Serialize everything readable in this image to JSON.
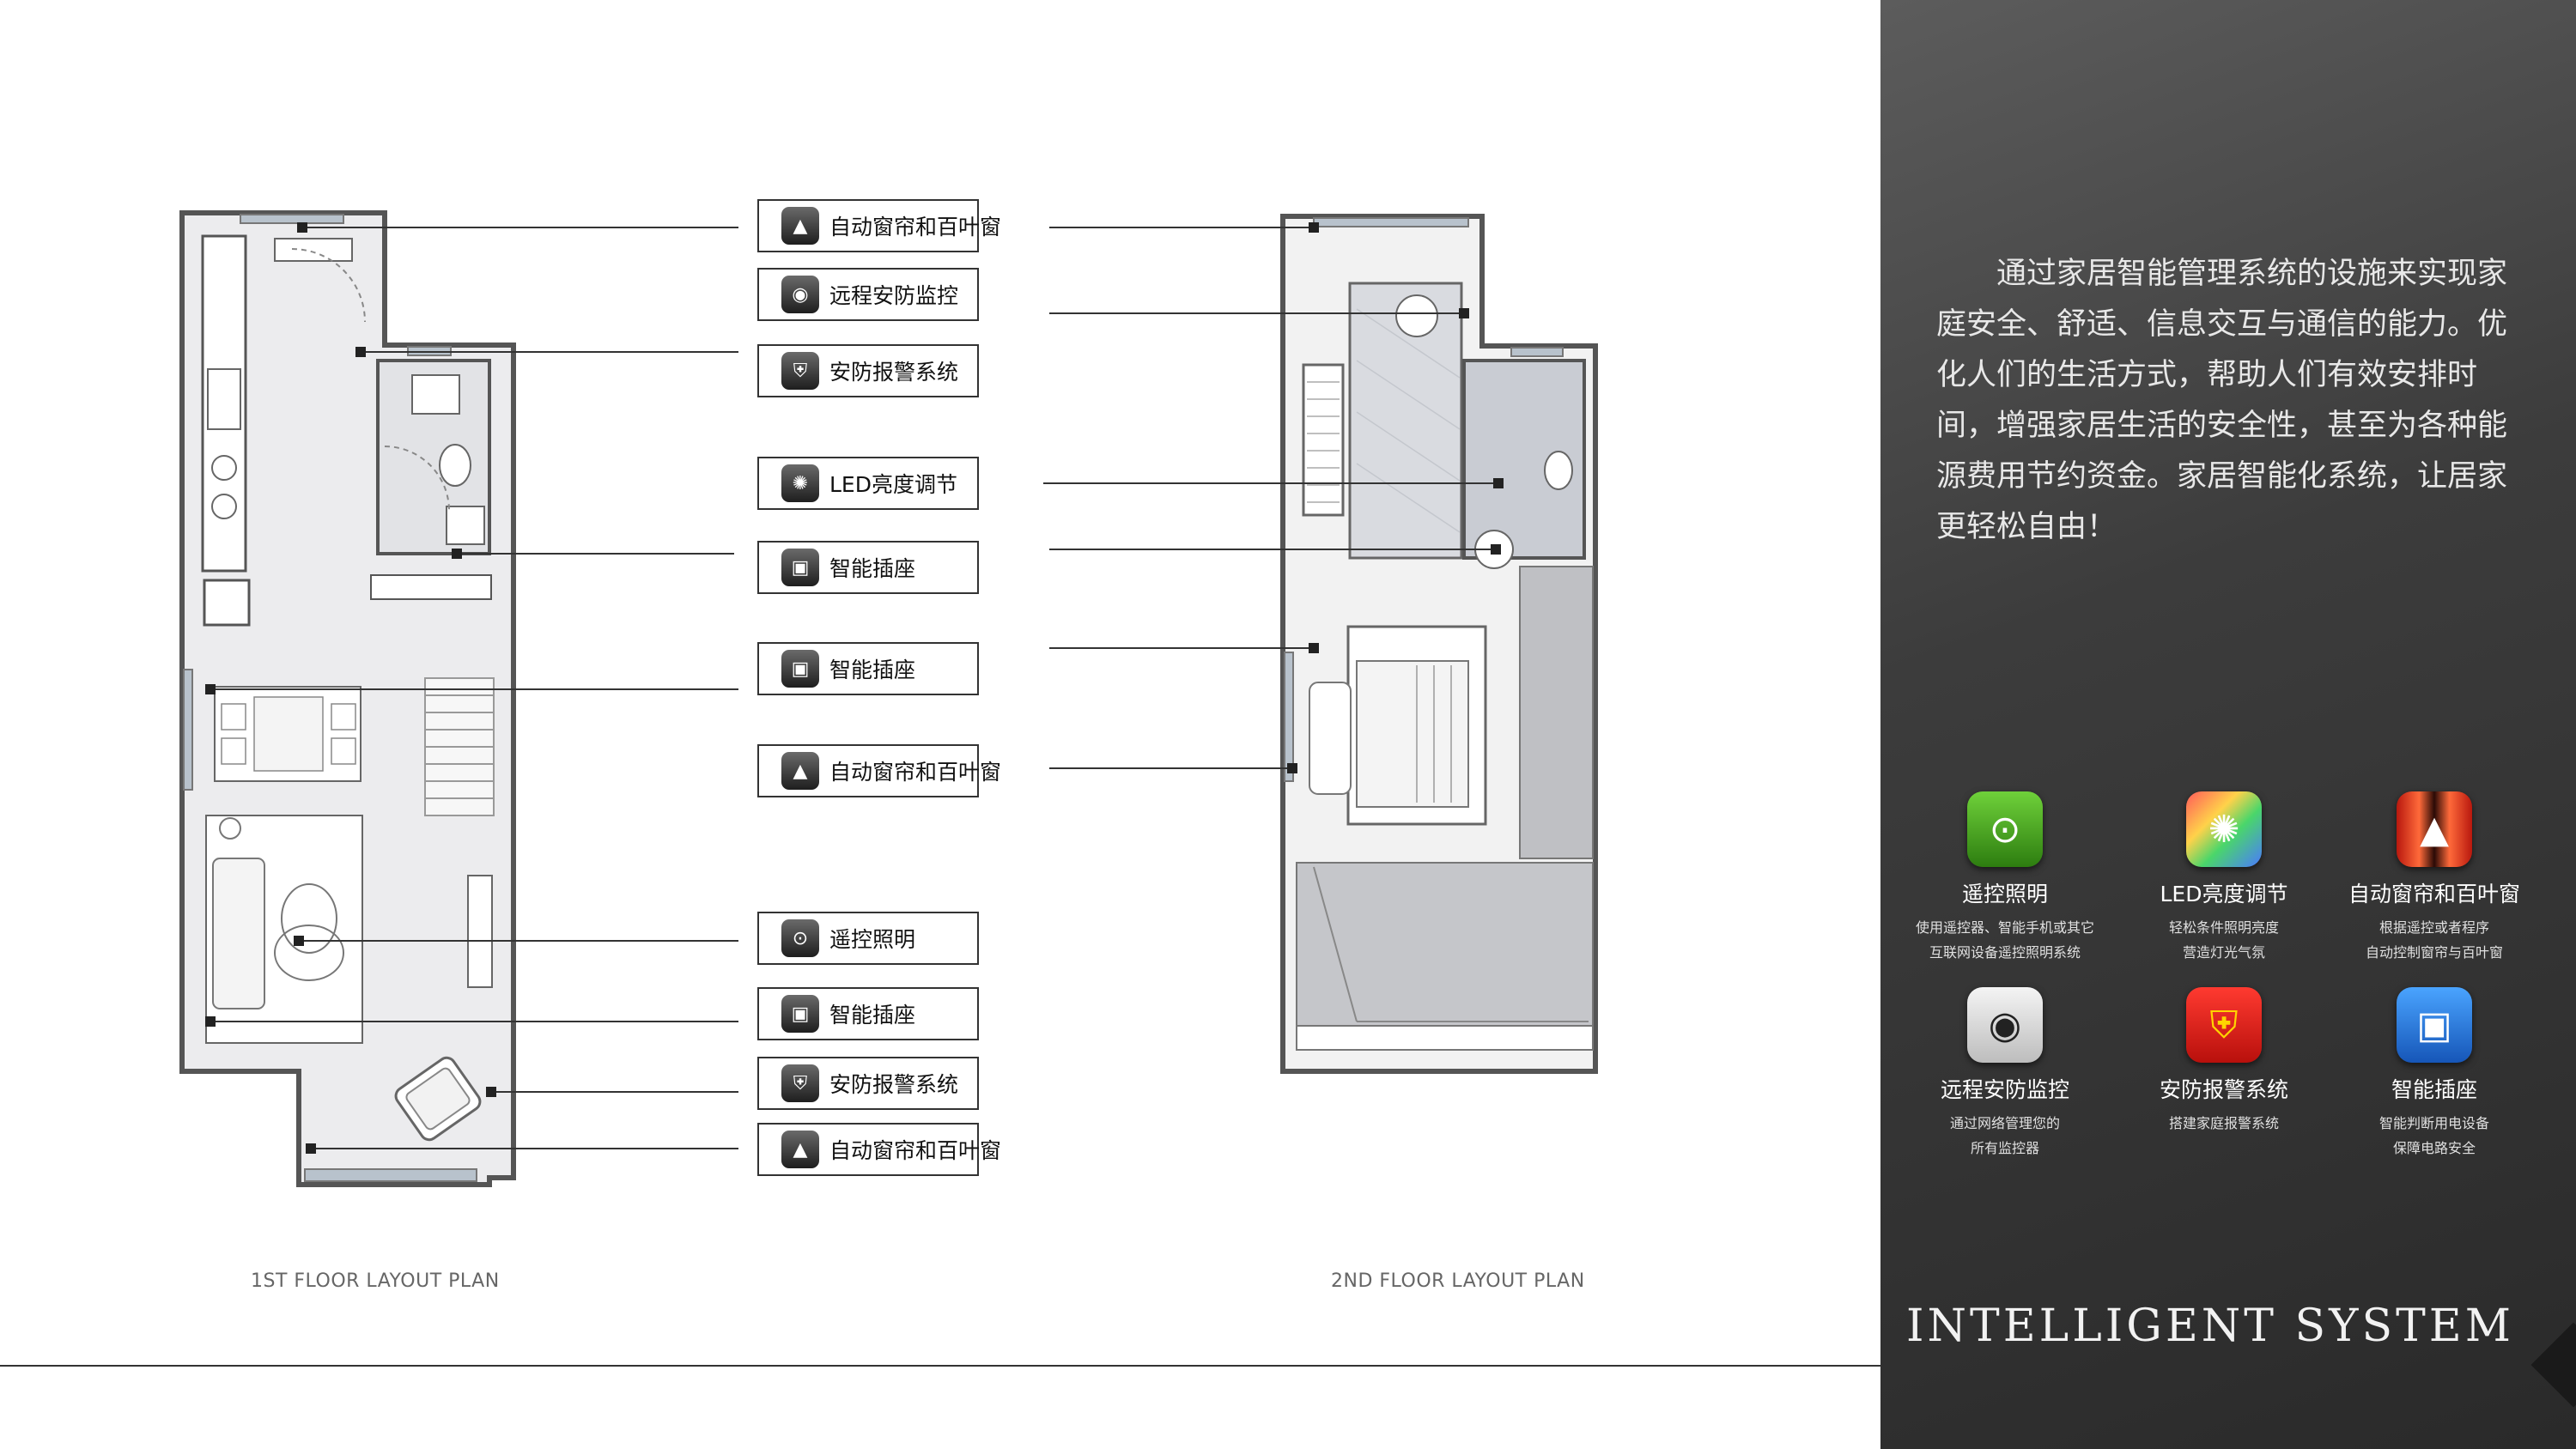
{
  "callouts": [
    {
      "label": "自动窗帘和百叶窗",
      "icon": "curtain-icon"
    },
    {
      "label": "远程安防监控",
      "icon": "camera-icon"
    },
    {
      "label": "安防报警系统",
      "icon": "shield-icon"
    },
    {
      "label": "LED亮度调节",
      "icon": "bulb-icon"
    },
    {
      "label": "智能插座",
      "icon": "socket-icon"
    },
    {
      "label": "智能插座",
      "icon": "socket-icon"
    },
    {
      "label": "自动窗帘和百叶窗",
      "icon": "curtain-icon"
    },
    {
      "label": "遥控照明",
      "icon": "antenna-icon"
    },
    {
      "label": "智能插座",
      "icon": "socket-icon"
    },
    {
      "label": "安防报警系统",
      "icon": "shield-icon"
    },
    {
      "label": "自动窗帘和百叶窗",
      "icon": "curtain-icon"
    }
  ],
  "plans": {
    "first": "1ST FLOOR LAYOUT PLAN",
    "second": "2ND FLOOR LAYOUT PLAN"
  },
  "panel": {
    "intro": "通过家居智能管理系统的设施来实现家庭安全、舒适、信息交互与通信的能力。优化人们的生活方式，帮助人们有效安排时间，增强家居生活的安全性，甚至为各种能源费用节约资金。家居智能化系统，让居家更轻松自由！",
    "title": "INTELLIGENT SYSTEM",
    "apps": [
      {
        "name": "遥控照明",
        "desc": "使用遥控器、智能手机或其它\n互联网设备遥控照明系统",
        "icon": "antenna-icon",
        "color": "#3f9a1c"
      },
      {
        "name": "LED亮度调节",
        "desc": "轻松条件照明亮度\n营造灯光气氛",
        "icon": "bulb-icon",
        "color": "#7a5cc8"
      },
      {
        "name": "自动窗帘和百叶窗",
        "desc": "根据遥控或者程序\n自动控制窗帘与百叶窗",
        "icon": "curtain-icon",
        "color": "#c8281c"
      },
      {
        "name": "远程安防监控",
        "desc": "通过网络管理您的\n所有监控器",
        "icon": "camera-icon",
        "color": "#d8d8d8"
      },
      {
        "name": "安防报警系统",
        "desc": "搭建家庭报警系统",
        "icon": "shield-icon",
        "color": "#d8201c"
      },
      {
        "name": "智能插座",
        "desc": "智能判断用电设备\n保障电路安全",
        "icon": "socket-icon",
        "color": "#1f6fd0"
      }
    ]
  }
}
